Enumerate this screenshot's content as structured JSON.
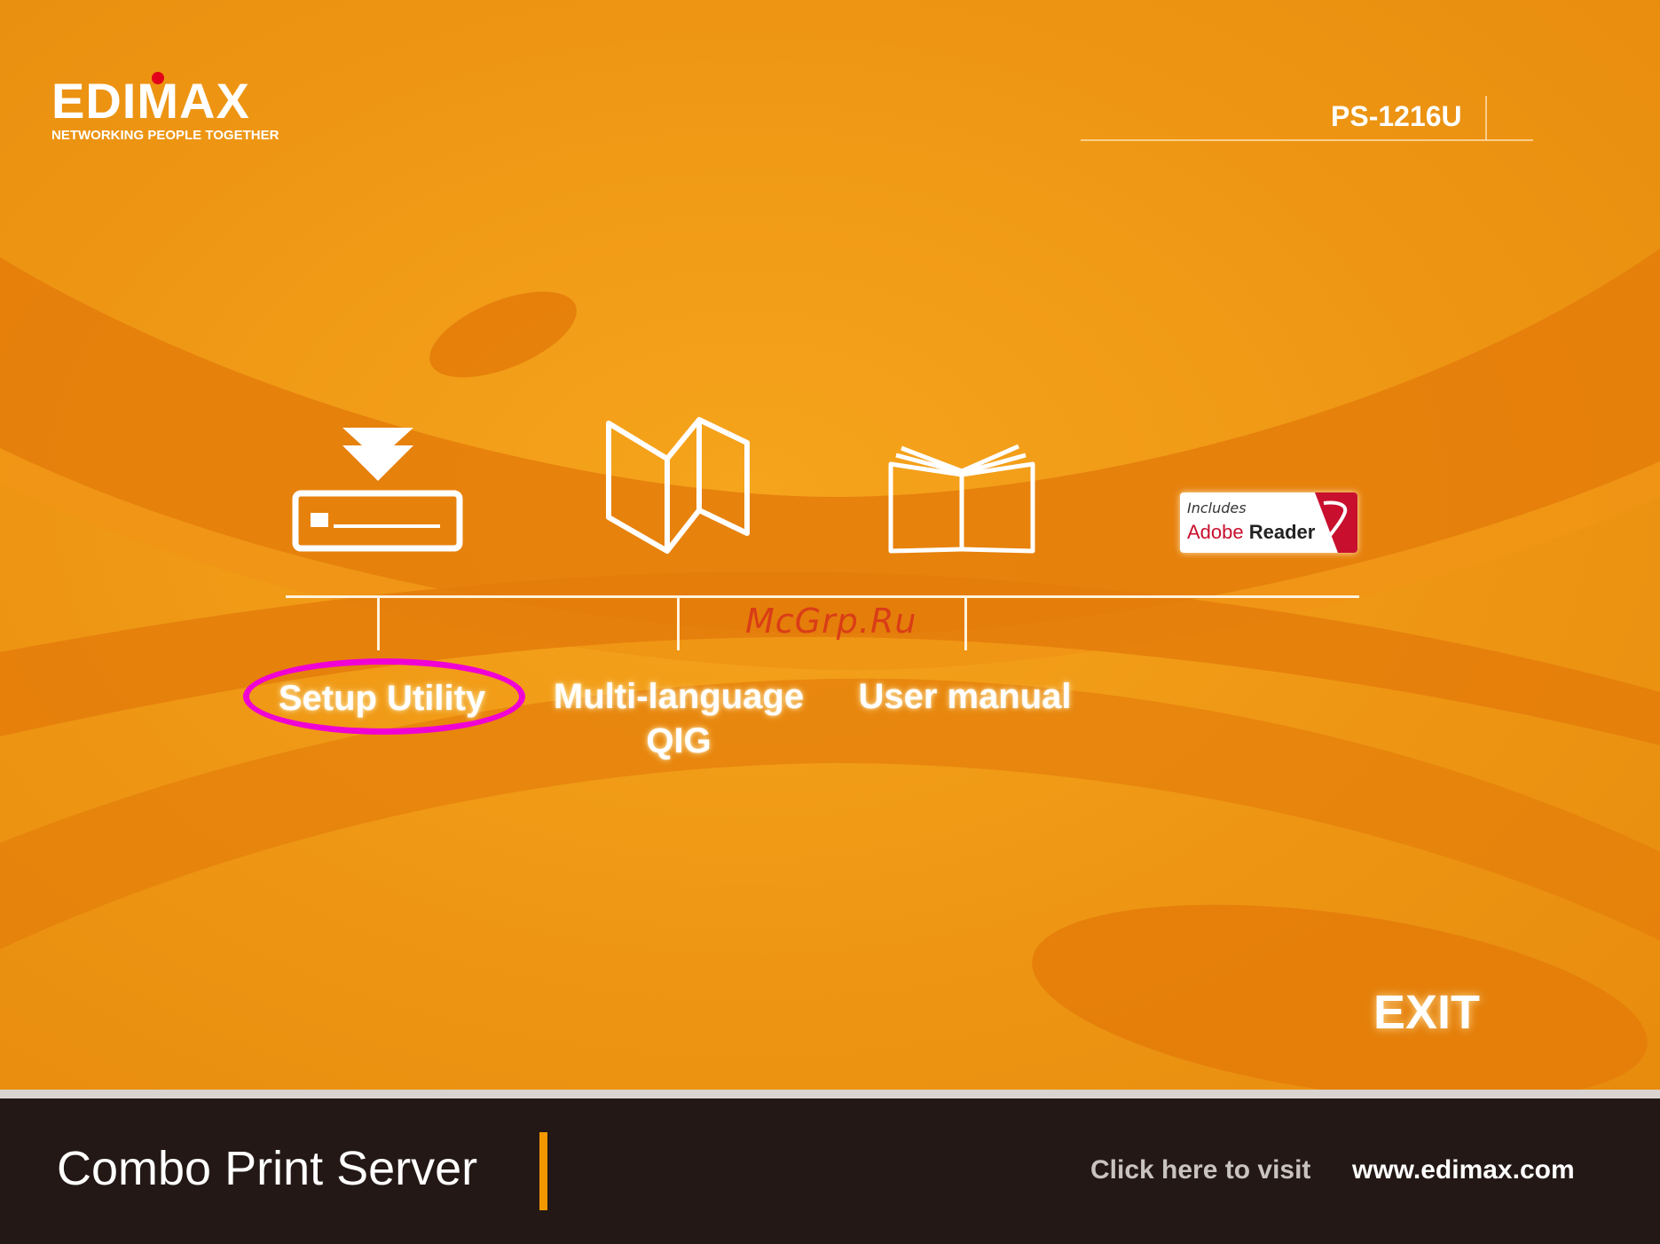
{
  "brand": {
    "logo_text": "EDIMAX",
    "tagline": "NETWORKING PEOPLE TOGETHER"
  },
  "header": {
    "model": "PS-1216U"
  },
  "menu": {
    "items": [
      {
        "label": "Setup Utility",
        "icon": "install-download-icon"
      },
      {
        "label_line1": "Multi-language",
        "label_line2": "QIG",
        "icon": "folded-map-icon"
      },
      {
        "label": "User manual",
        "icon": "open-book-icon"
      }
    ],
    "adobe": {
      "line1": "Includes",
      "brand": "Adobe",
      "product": "Reader"
    }
  },
  "watermark": "McGrp.Ru",
  "exit_label": "EXIT",
  "footer": {
    "product": "Combo Print Server",
    "visit_text": "Click here to visit",
    "url": "www.edimax.com"
  },
  "colors": {
    "background": "#f29a14",
    "swoosh": "#e47d0a",
    "footer": "#231815",
    "accent": "#f39800",
    "highlight": "#f000d4",
    "logo_dot": "#e2001a"
  }
}
